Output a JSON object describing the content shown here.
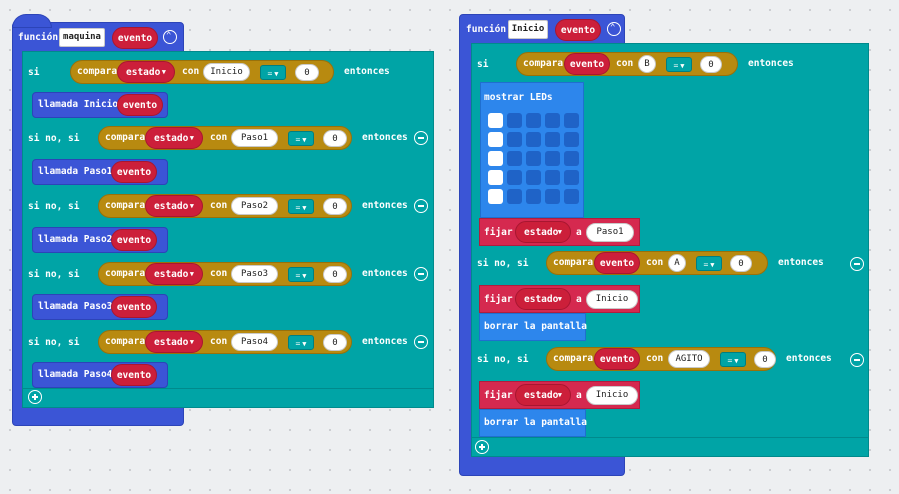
{
  "colors": {
    "function_block": "#3b55d6",
    "logic": "#00a4a6",
    "variables": "#d5294f",
    "compare": "#b88a10",
    "param": "#cc1f3a",
    "basic": "#2d86ec"
  },
  "func1": {
    "keyword": "función",
    "name": "maquina",
    "param": "evento",
    "if_keyword": "si",
    "elseif_keyword": "si no, si",
    "then_keyword": "entonces",
    "compare_label": "compara",
    "con_label": "con",
    "variable": "estado",
    "op": "=",
    "num": "0",
    "call_label": "llamada",
    "cases": [
      {
        "value": "Inicio",
        "call": "Inicio",
        "arg": "evento"
      },
      {
        "value": "Paso1",
        "call": "Paso1",
        "arg": "evento"
      },
      {
        "value": "Paso2",
        "call": "Paso2",
        "arg": "evento"
      },
      {
        "value": "Paso3",
        "call": "Paso3",
        "arg": "evento"
      },
      {
        "value": "Paso4",
        "call": "Paso4",
        "arg": "evento"
      }
    ]
  },
  "func2": {
    "keyword": "función",
    "name": "Inicio",
    "param": "evento",
    "if_keyword": "si",
    "elseif_keyword": "si no, si",
    "then_keyword": "entonces",
    "compare_label": "compara",
    "con_label": "con",
    "op": "=",
    "num": "0",
    "show_leds": "mostrar LEDs",
    "leds_on": [
      [
        0,
        0
      ],
      [
        1,
        0
      ],
      [
        2,
        0
      ],
      [
        3,
        0
      ],
      [
        4,
        0
      ]
    ],
    "set_label": "fijar",
    "variable": "estado",
    "to_label": "a",
    "clear_label": "borrar la pantalla",
    "cases": [
      {
        "value": "B",
        "set_value": "Paso1"
      },
      {
        "value": "A",
        "set_value": "Inicio"
      },
      {
        "value": "AGITO",
        "set_value": "Inicio"
      }
    ]
  }
}
